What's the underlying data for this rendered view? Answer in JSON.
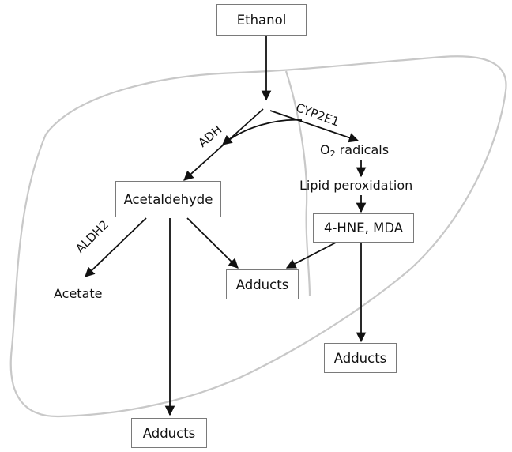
{
  "nodes": {
    "ethanol": "Ethanol",
    "acetaldehyde": "Acetaldehyde",
    "acetate": "Acetate",
    "o2_main": "O",
    "o2_sub": "2",
    "o2_rest": " radicals",
    "lipid_peroxidation": "Lipid peroxidation",
    "hne_mda": "4-HNE, MDA",
    "adducts_center": "Adducts",
    "adducts_right": "Adducts",
    "adducts_bottom": "Adducts"
  },
  "enzymes": {
    "adh": "ADH",
    "cyp2e1": "CYP2E1",
    "aldh2": "ALDH2"
  },
  "colors": {
    "arrow": "#111111",
    "liver_outline": "#c8c8c8",
    "box_border": "#7a7a7a"
  }
}
